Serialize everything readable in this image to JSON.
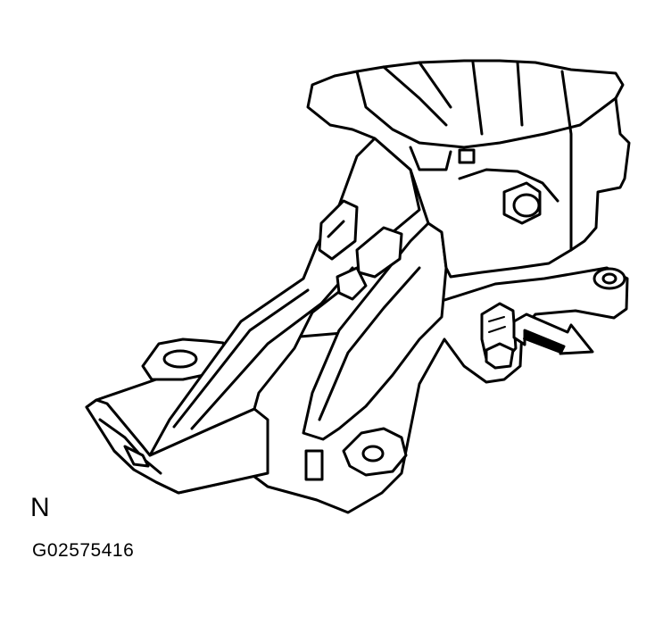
{
  "diagram": {
    "position_label": "N",
    "figure_code": "G02575416",
    "arrow_icon": "release-direction-arrow",
    "colors": {
      "line": "#000000",
      "background": "#ffffff"
    }
  }
}
